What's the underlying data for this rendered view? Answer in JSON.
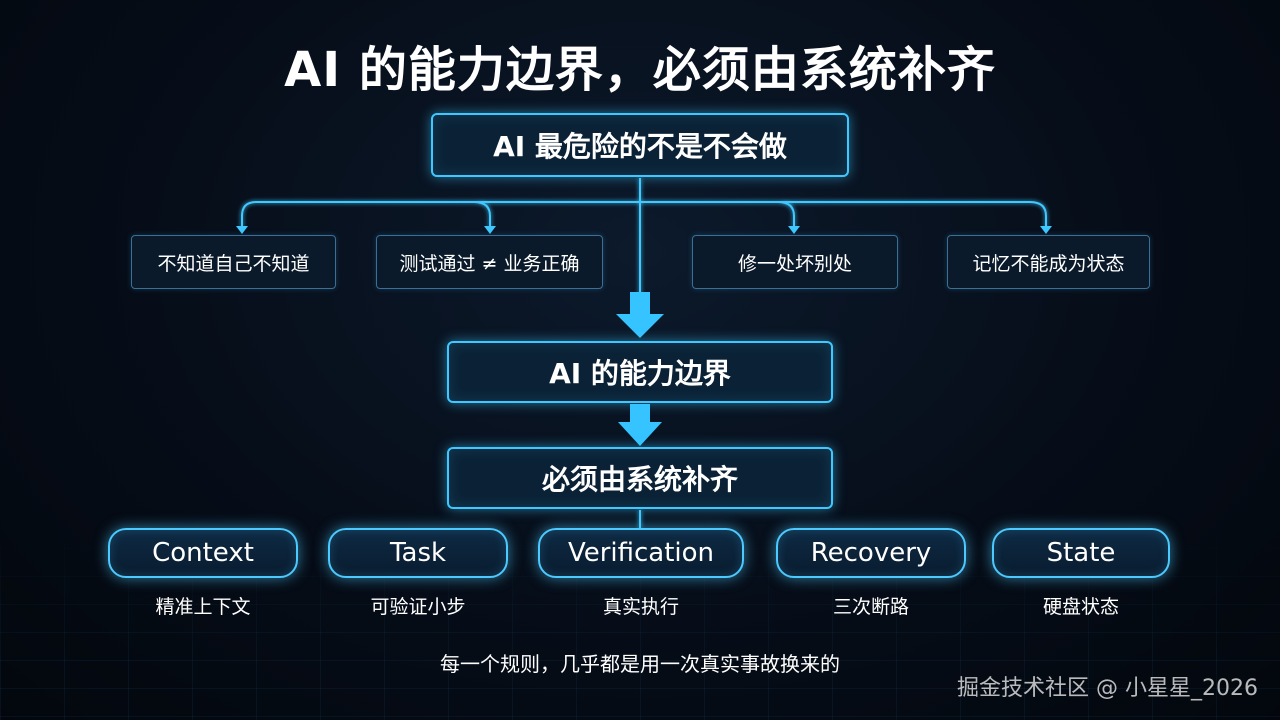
{
  "title": "AI 的能力边界，必须由系统补齐",
  "top_box": "AI 最危险的不是不会做",
  "problems": [
    "不知道自己不知道",
    "测试通过 ≠ 业务正确",
    "修一处坏别处",
    "记忆不能成为状态"
  ],
  "middle_box": "AI 的能力边界",
  "system_box": "必须由系统补齐",
  "pillars": [
    {
      "name": "Context",
      "desc": "精准上下文"
    },
    {
      "name": "Task",
      "desc": "可验证小步"
    },
    {
      "name": "Verification",
      "desc": "真实执行"
    },
    {
      "name": "Recovery",
      "desc": "三次断路"
    },
    {
      "name": "State",
      "desc": "硬盘状态"
    }
  ],
  "footer": "每一个规则，几乎都是用一次真实事故换来的",
  "watermark": "掘金技术社区 @ 小星星_2026",
  "colors": {
    "accent": "#3fc8ff",
    "background": "#060d18",
    "text": "#ffffff"
  }
}
